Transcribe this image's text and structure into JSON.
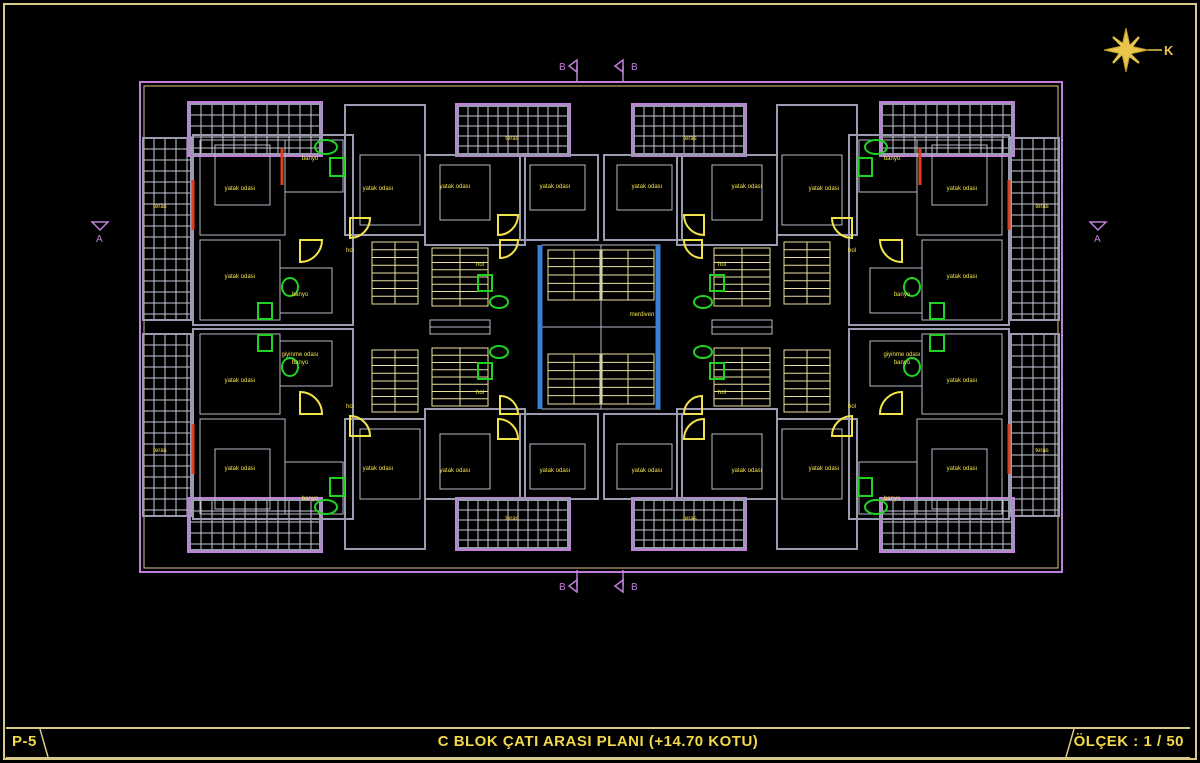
{
  "sheet": {
    "number": "P-5",
    "title": "C BLOK ÇATI ARASI PLANI (+14.70 KOTU)",
    "scale": "ÖLÇEK : 1 / 50"
  },
  "compass": {
    "north_letter": "K"
  },
  "section_markers": {
    "horizontal": "A",
    "vertical": "B"
  },
  "rooms": {
    "bedroom": "yatak odası",
    "bath": "banyo",
    "hall": "hol",
    "stairs": "merdiven",
    "terrace": "teras",
    "dressing": "giyinme odası"
  },
  "colors": {
    "line": "#b9b9c8",
    "wall": "#8a8aa0",
    "accent": "#f2e34a",
    "terrace": "#c07fd8",
    "stair_core": "#3a7fd6",
    "fixture": "#21d321",
    "window": "#e04020",
    "frame": "#d8c98a"
  }
}
